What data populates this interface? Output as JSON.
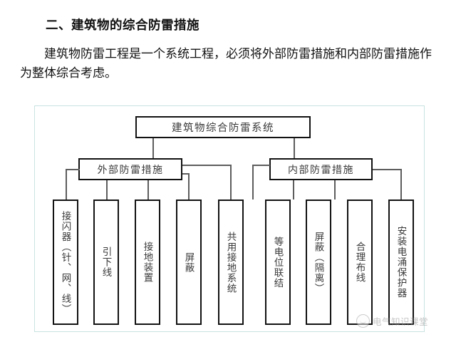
{
  "document": {
    "heading": "二、建筑物的综合防雷措施",
    "paragraph": "建筑物防雷工程是一个系统工程，必须将外部防雷措施和内部防雷措施作为整体综合考虑。"
  },
  "diagram": {
    "type": "tree",
    "root": {
      "label": "建筑物综合防雷系统"
    },
    "branches": [
      {
        "label": "外部防雷措施",
        "side": "left",
        "children": [
          {
            "label": "接闪器（针、网、线）"
          },
          {
            "label": "引下线"
          },
          {
            "label": "接地装置"
          },
          {
            "label": "屏蔽"
          },
          {
            "label": "共用接地系统"
          }
        ]
      },
      {
        "label": "内部防雷措施",
        "side": "right",
        "children": [
          {
            "label": "等电位联结"
          },
          {
            "label": "屏蔽（隔离）"
          },
          {
            "label": "合理布线"
          },
          {
            "label": "安装电涌保护器"
          }
        ]
      }
    ],
    "colors": {
      "panel_border": "#c8e3e0",
      "box_border": "#121212",
      "wire": "#5d5d5d",
      "background": "#ffffff"
    }
  },
  "watermark": {
    "text": "电气知识课堂",
    "logo_icon": "circle-smile-icon"
  }
}
